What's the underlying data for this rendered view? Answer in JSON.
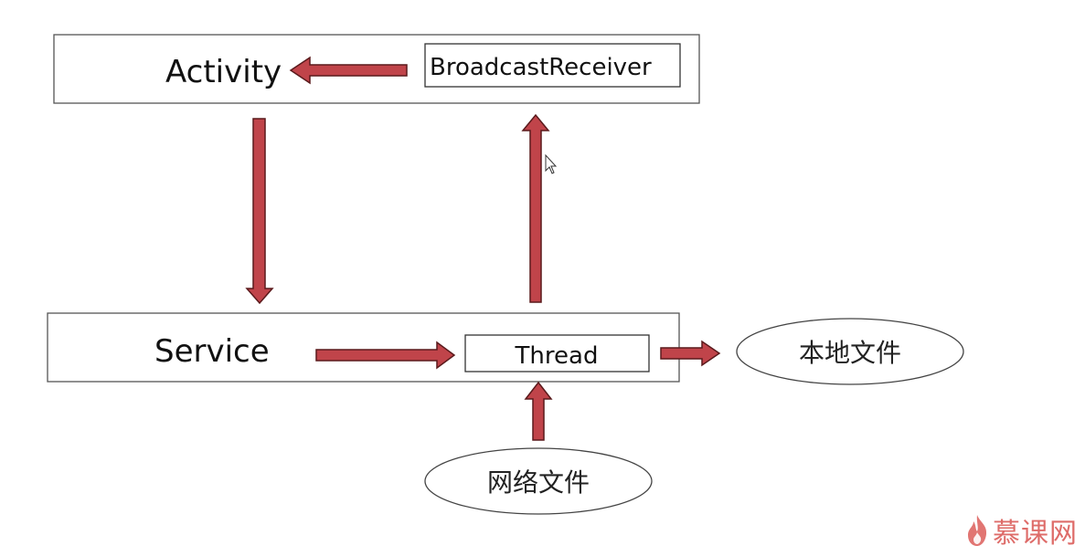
{
  "nodes": {
    "activity": "Activity",
    "broadcast_receiver": "BroadcastReceiver",
    "service": "Service",
    "thread": "Thread",
    "local_file": "本地文件",
    "network_file": "网络文件"
  },
  "watermark": {
    "logo_text": "慕课网",
    "logo_icon": "flame-icon"
  },
  "colors": {
    "arrow_fill": "#c0444a",
    "arrow_stroke": "#5a1a1c",
    "logo": "#d9534f"
  },
  "edges": [
    {
      "from": "broadcast_receiver",
      "to": "activity"
    },
    {
      "from": "activity",
      "to": "service"
    },
    {
      "from": "service",
      "to": "thread"
    },
    {
      "from": "thread",
      "to": "local_file"
    },
    {
      "from": "network_file",
      "to": "thread"
    },
    {
      "from": "thread",
      "to": "broadcast_receiver"
    }
  ]
}
